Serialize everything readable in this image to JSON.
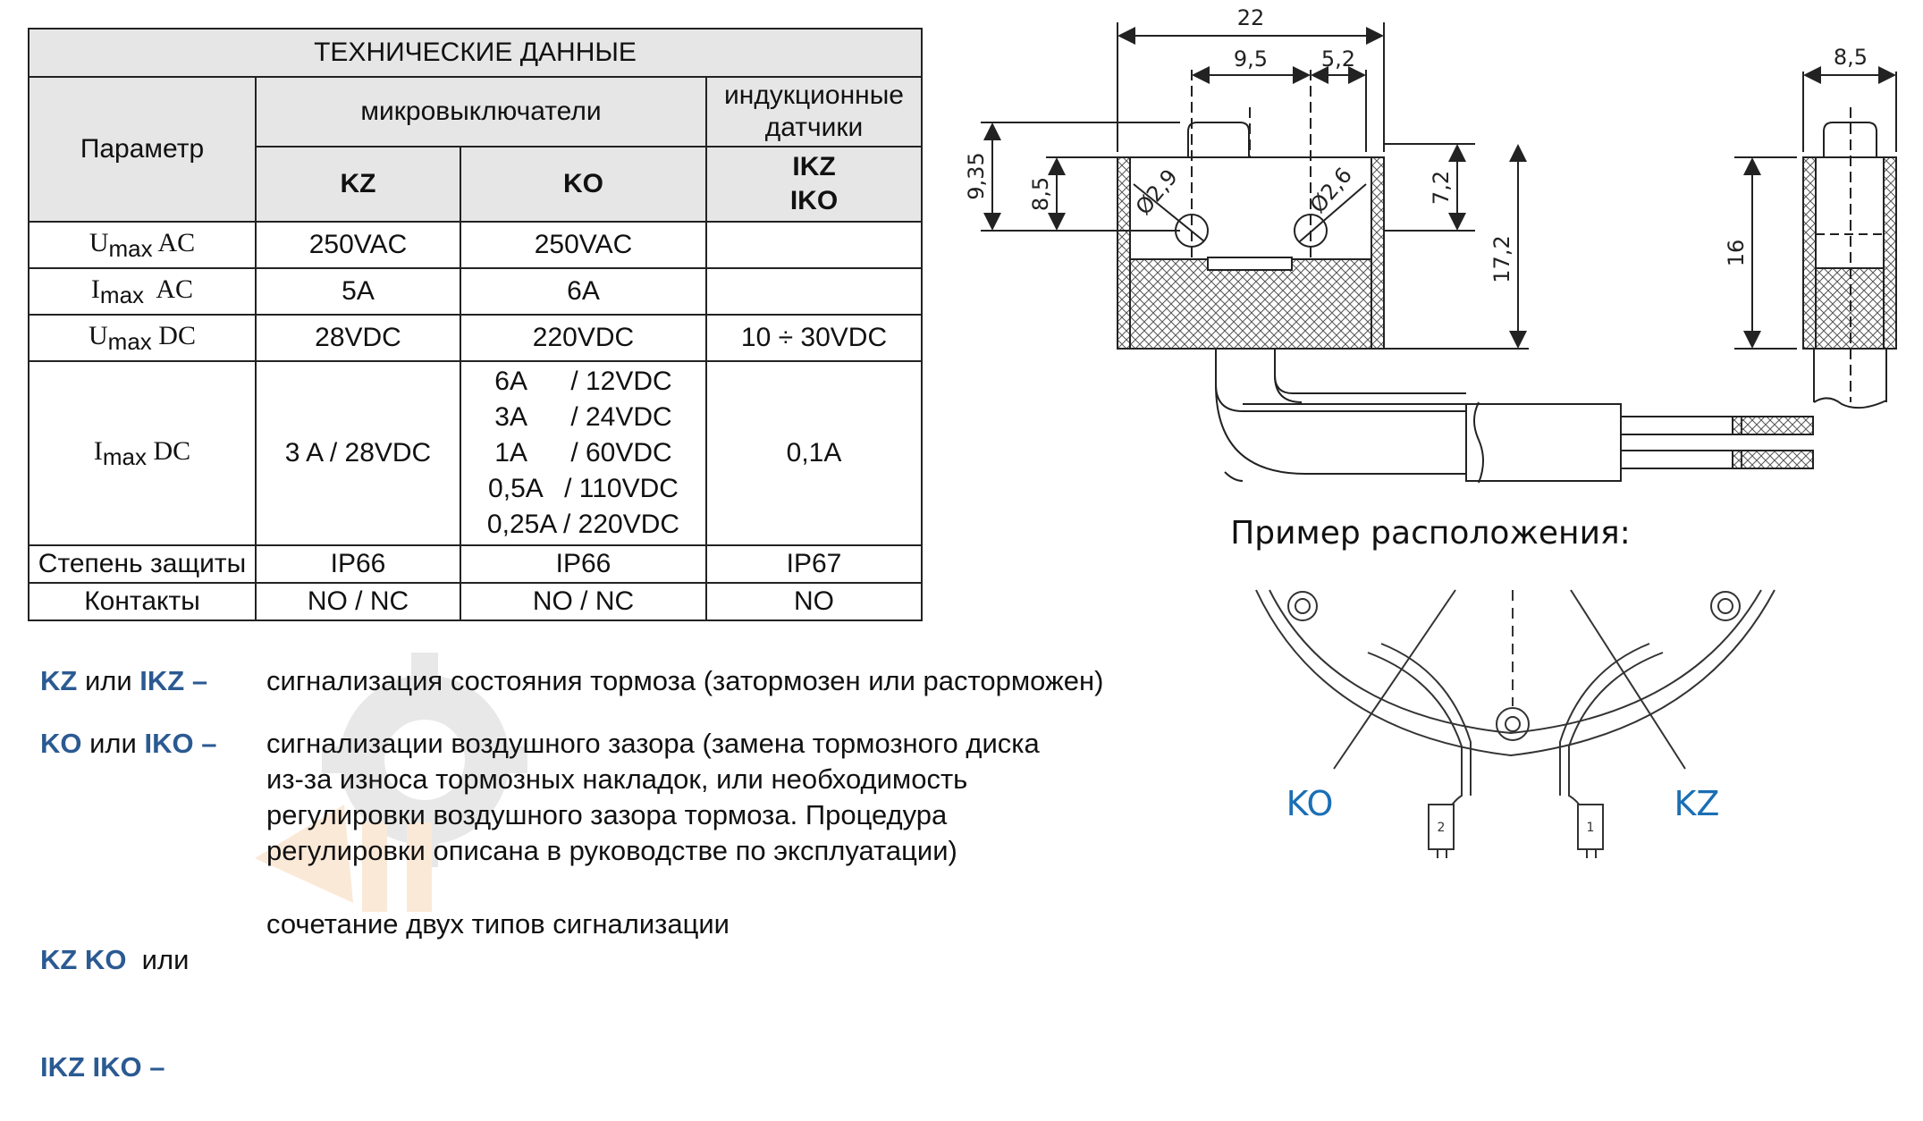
{
  "table": {
    "title": "ТЕХНИЧЕСКИЕ ДАННЫЕ",
    "param_header": "Параметр",
    "group_micro": "микровыключатели",
    "group_ind_line1": "индукционные",
    "group_ind_line2": "датчики",
    "col_kz": "KZ",
    "col_ko": "KO",
    "col_ikz_line1": "IKZ",
    "col_ikz_line2": "IKO",
    "rows": [
      {
        "p_main": "U",
        "p_sub": "max",
        "p_tail": " AC",
        "kz": "250VAC",
        "ko": "250VAC",
        "ind": ""
      },
      {
        "p_main": "I",
        "p_sub": "max",
        "p_tail": "  AC",
        "kz": "5A",
        "ko": "6A",
        "ind": ""
      },
      {
        "p_main": "U",
        "p_sub": "max",
        "p_tail": " DC",
        "kz": "28VDC",
        "ko": "220VDC",
        "ind": "10 ÷ 30VDC"
      },
      {
        "p_main": "I",
        "p_sub": "max",
        "p_tail": " DC",
        "kz": "3 A / 28VDC",
        "ko_lines": [
          "6A      / 12VDC",
          "3A      / 24VDC",
          "1A      / 60VDC",
          "0,5A   / 110VDC",
          "0,25A / 220VDC"
        ],
        "ind": "0,1A"
      },
      {
        "p_text": "Степень защиты",
        "kz": "IP66",
        "ko": "IP66",
        "ind": "IP67"
      },
      {
        "p_text": "Контакты",
        "kz": "NO / NC",
        "ko": "NO / NC",
        "ind": "NO"
      }
    ]
  },
  "legend": [
    {
      "keys": [
        "KZ",
        " или ",
        "IKZ",
        " –"
      ],
      "text": "сигнализация состояния тормоза (затормозен или расторможен)"
    },
    {
      "keys": [
        "KO",
        " или ",
        "IKO",
        " –"
      ],
      "text_lines": [
        "сигнализации воздушного зазора (замена тормозного диска",
        "из-за износа тормозных накладок, или необходимость",
        "регулировки воздушного зазора тормоза. Процедура",
        "регулировки описана в руководстве по эксплуатации)"
      ]
    },
    {
      "keys_line1": [
        "KZ KO",
        "  или"
      ],
      "keys_line2": [
        "IKZ IKO",
        " –"
      ],
      "text": "сочетание двух типов сигнализации"
    }
  ],
  "drawing": {
    "dims": {
      "d22": "22",
      "d95": "9,5",
      "d52": "5,2",
      "d85r": "8,5",
      "d935": "9,35",
      "d85": "8,5",
      "d72": "7,2",
      "d172": "17,2",
      "d16": "16",
      "phi29": "Ø2,9",
      "phi26": "Ø2,6"
    },
    "example_title": "Пример расположения:",
    "label_ko": "KO",
    "label_kz": "KZ",
    "label_pin2": "2",
    "label_pin1": "1"
  },
  "colors": {
    "accent": "#2b5a92",
    "header_bg": "#e6e6e6",
    "label_blue": "#1a6fb5"
  }
}
